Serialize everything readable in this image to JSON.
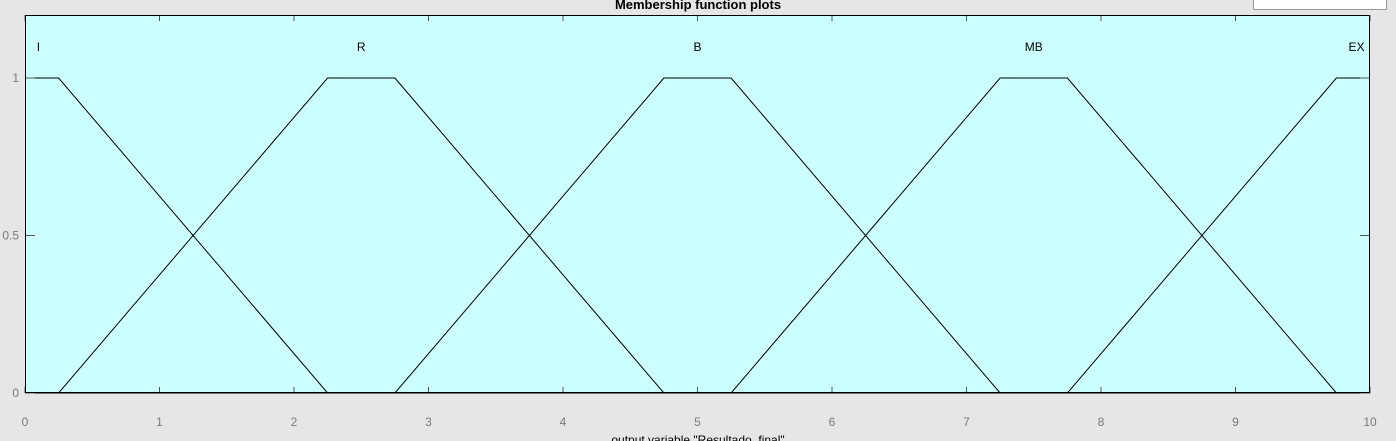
{
  "chart_data": {
    "type": "line",
    "title": "Membership function plots",
    "xlabel": "output variable \"Resultado_final\"",
    "ylabel": "",
    "xlim": [
      0,
      10
    ],
    "ylim": [
      0,
      1.2
    ],
    "xticks": [
      0,
      1,
      2,
      3,
      4,
      5,
      6,
      7,
      8,
      9,
      10
    ],
    "yticks": [
      0,
      0.5,
      1
    ],
    "ytick_labels": [
      "0",
      "0.5",
      "1"
    ],
    "grid": false,
    "plot_background": "#ccffff",
    "line_color": "#000000",
    "series": [
      {
        "name": "I",
        "label_x": 0.1,
        "x": [
          -1,
          0,
          0.25,
          2.25,
          2.5,
          10
        ],
        "y": [
          0,
          1,
          1,
          0,
          0,
          0
        ]
      },
      {
        "name": "R",
        "label_x": 2.5,
        "x": [
          0,
          0.25,
          2.25,
          2.75,
          4.75,
          10
        ],
        "y": [
          0,
          0,
          1,
          1,
          0,
          0
        ]
      },
      {
        "name": "B",
        "label_x": 5.0,
        "x": [
          0,
          2.75,
          4.75,
          5.25,
          7.25,
          10
        ],
        "y": [
          0,
          0,
          1,
          1,
          0,
          0
        ]
      },
      {
        "name": "MB",
        "label_x": 7.5,
        "x": [
          0,
          5.25,
          7.25,
          7.75,
          9.75,
          10
        ],
        "y": [
          0,
          0,
          1,
          1,
          0,
          0
        ]
      },
      {
        "name": "EX",
        "label_x": 9.9,
        "x": [
          0,
          7.75,
          9.75,
          10,
          11
        ],
        "y": [
          0,
          0,
          1,
          1,
          1
        ]
      }
    ]
  }
}
